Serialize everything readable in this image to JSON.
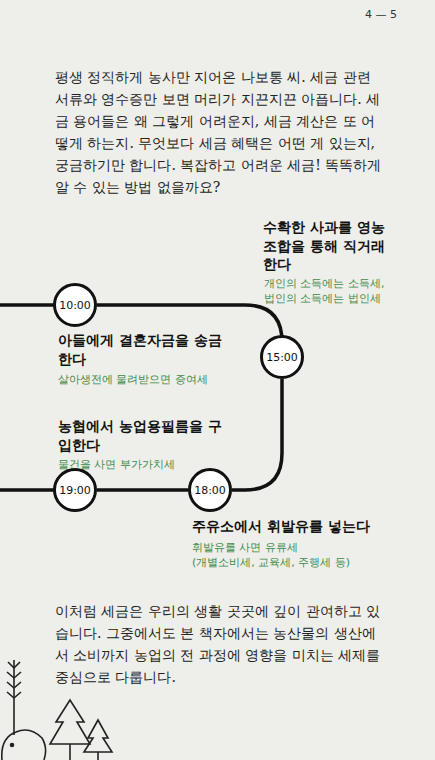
{
  "diagram": {
    "nodes": [
      {
        "text": [
          "10:00"
        ]
      },
      {
        "text": [
          "15:00"
        ]
      },
      {
        "text": [
          "18:00"
        ]
      },
      {
        "text": [
          "19:00"
        ]
      }
    ],
    "edges": [
      {
        "from": 0,
        "to": 1,
        "arrow": "none"
      },
      {
        "from": 1,
        "to": 2,
        "arrow": "none"
      },
      {
        "from": 2,
        "to": 3,
        "arrow": "none"
      }
    ],
    "labels": [
      "4 — 5",
      "평생 정직하게 농사만 지어온 나보통 씨. 세금 관련 서류와 영수증만 보면 머리가 지끈지끈 아픕니다. 세금 용어들은 왜 그렇게 어려운지, 세금 계산은 또 어떻게 하는지. 무엇보다 세금 혜택은 어떤 게 있는지, 궁금하기만 합니다. 복잡하고 어려운 세금! 똑똑하게 알 수 있는 방법 없을까요?",
      "수확한 사과를 영농조합을 통해 직거래한다",
      "개인의 소득에는 소득세,",
      "법인의 소득에는 법인세",
      "아들에게 결혼자금을 송금한다",
      "살아생전에 물려받으면 증여세",
      "농협에서 농업용필름을 구입한다",
      "물건을 사면 부가가치세",
      "주유소에서 휘발유를 넣는다",
      "휘발유를 사면 유류세",
      "(개별소비세, 교육세, 주행세 등)",
      "이처럼 세금은 우리의 생활 곳곳에 깊이 관여하고 있습니다. 그중에서도 본 책자에서는 농산물의 생산에서 소비까지 농업의 전 과정에 영향을 미치는 세제를 중심으로 다룹니다."
    ]
  }
}
